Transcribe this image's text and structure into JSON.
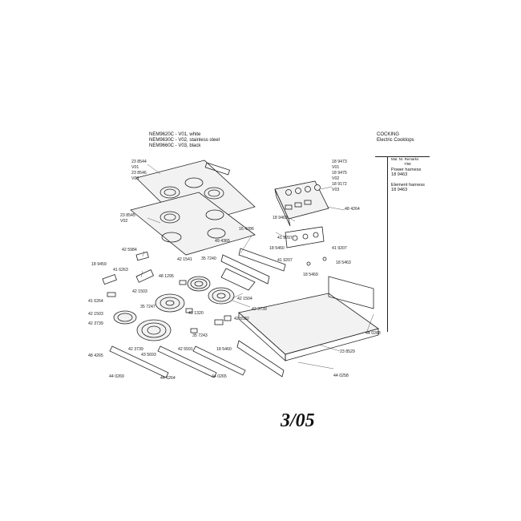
{
  "header": {
    "models": [
      "NEM9620C - V01, white",
      "NEM9630C - V02, stainless steel",
      "NEM9660C - V03, black"
    ],
    "section_title": "COCKING",
    "section_subtitle": "Electric Cooktops"
  },
  "sidebox": {
    "heading": "Mat. Nr. Remarks",
    "heading_sub": "7/98",
    "harness_1_label": "Power harness",
    "harness_1_number": "18 9463",
    "harness_2_label": "Element harness",
    "harness_2_number": "18 9463"
  },
  "callouts": {
    "c1": "23 8544",
    "c2": "V01",
    "c3": "23 8546",
    "c4": "V03",
    "c5": "23 8545",
    "c6": "V02",
    "c7": "18 9473",
    "c8": "V01",
    "c9": "18 9475",
    "c10": "V02",
    "c11": "18 9172",
    "c12": "V03",
    "c13": "48 4264",
    "c14": "18 9463",
    "c15": "42 5984",
    "c16": "18 9459",
    "c17": "41 6263",
    "c18": "42 1541",
    "c19": "35 7240",
    "c20": "49 4365",
    "c21": "16 4286",
    "c22": "41 9207",
    "c23": "18 5460",
    "c24": "41 9207",
    "c25": "41 9207",
    "c26": "18 5463",
    "c27": "18 5469",
    "c28": "48 1295",
    "c29": "42 1503",
    "c30": "41 6264",
    "c31": "42 1503",
    "c32": "35 7247",
    "c33": "42 1504",
    "c34": "42 3739",
    "c35": "49 1320",
    "c36": "42 6582",
    "c37": "42 3739",
    "c38": "35 7243",
    "c39": "48 4265",
    "c40": "42 3739",
    "c41": "43 5693",
    "c42": "42 5591",
    "c43": "18 5460",
    "c44": "23 8529",
    "c45": "44 0268",
    "c46": "44 0269",
    "c47": "44 6264",
    "c48": "44 0265",
    "c49": "44 0258"
  },
  "footer": {
    "date": "3/05"
  }
}
